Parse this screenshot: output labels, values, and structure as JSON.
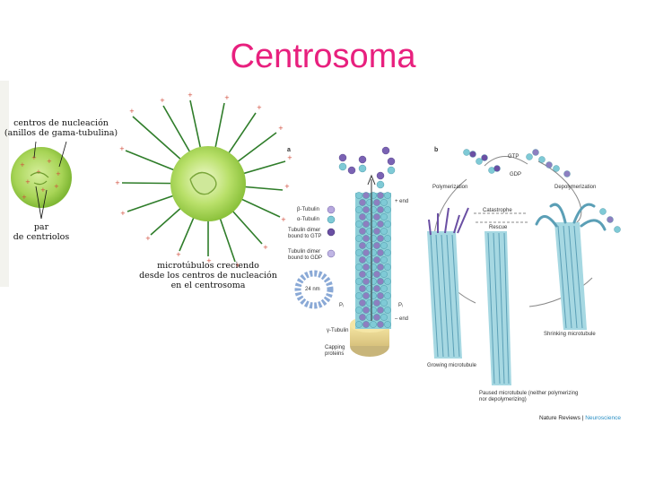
{
  "title": "Centrosoma",
  "panel_left": {
    "nucleation_label_1": "centros de nucleación",
    "nucleation_label_2": "(anillos de gama-tubulina)",
    "centriole_label_1": "par",
    "centriole_label_2": "de centriolos",
    "growth_label_1": "microtúbulos creciendo",
    "growth_label_2": "desde los centros de nucleación",
    "growth_label_3": "en el centrosoma"
  },
  "panel_a": {
    "letter": "a",
    "legend": [
      "β-Tubulin",
      "α-Tubulin",
      "Tubulin dimer",
      "bound to GTP",
      "Tubulin dimer",
      "bound to GDP"
    ],
    "plus_end": "+ end",
    "minus_end": "– end",
    "width_label": "24 nm",
    "gamma_label": "γ-Tubulin",
    "capping_1": "Capping",
    "capping_2": "proteins",
    "pi_1": "Pᵢ",
    "pi_2": "Pᵢ"
  },
  "panel_b": {
    "letter": "b",
    "gtp": "GTP",
    "gdp": "GDP",
    "polymerization": "Polymerization",
    "depolymerization": "Depolymerization",
    "catastrophe": "Catastrophe",
    "rescue": "Rescue",
    "growing": "Growing microtubule",
    "shrinking": "Shrinking microtubule",
    "paused_1": "Paused microtubule (neither polymerizing",
    "paused_2": "nor depolymerizing)"
  },
  "credit": {
    "journal": "Nature Reviews",
    "separator": " | ",
    "section": "Neuroscience"
  },
  "colors": {
    "title": "#e8207e",
    "beta": "#8d7fc0",
    "alpha": "#5bb8c8",
    "gtp": "#6a4fa3",
    "sphere": "#9acd45"
  }
}
